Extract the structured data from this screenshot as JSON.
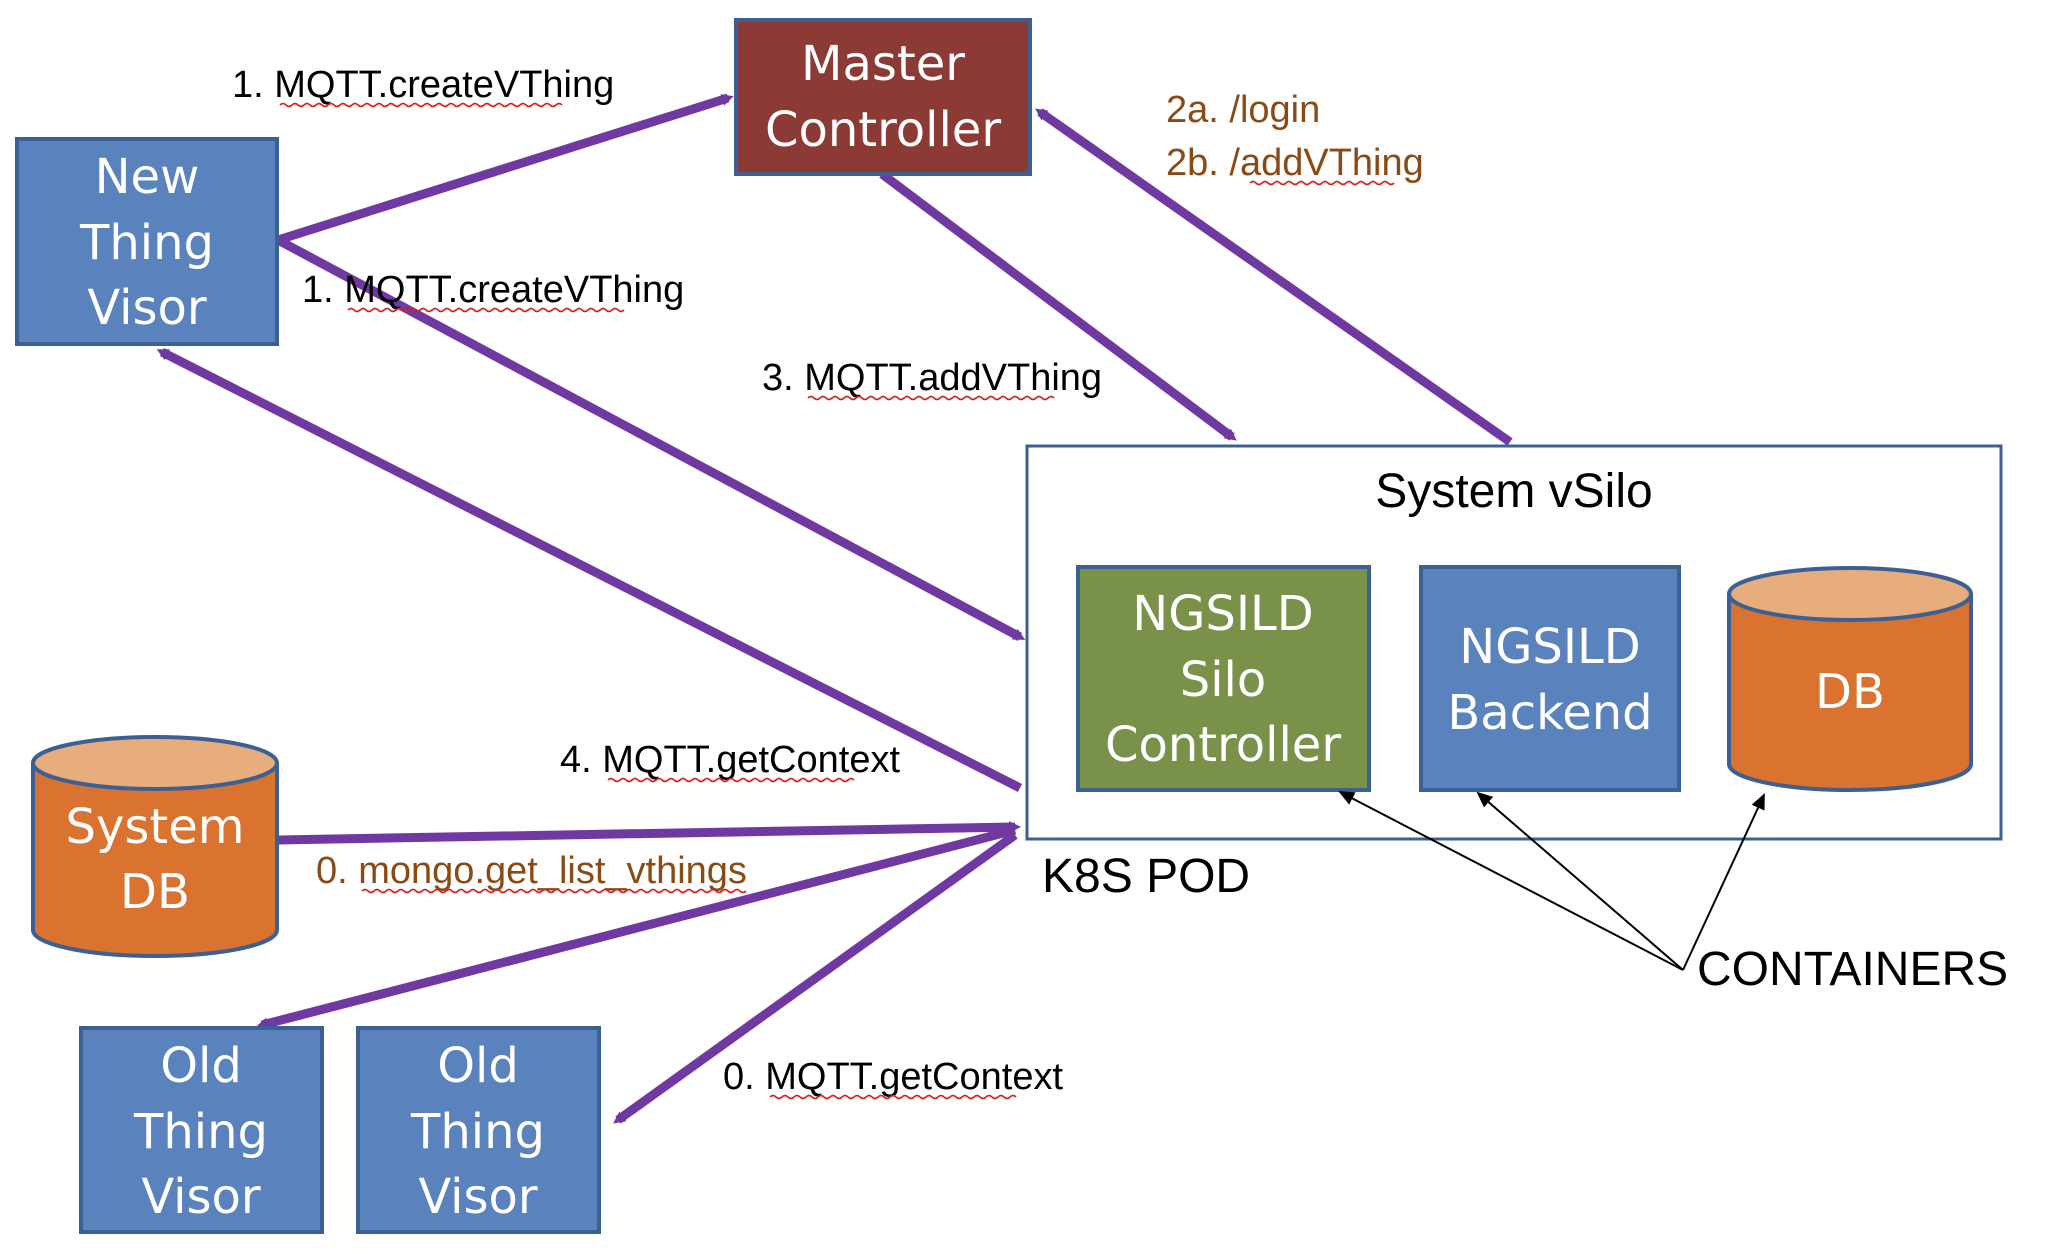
{
  "nodes": {
    "master_controller": {
      "lines": [
        "Master",
        "Controller"
      ]
    },
    "new_thing_visor": {
      "lines": [
        "New",
        "Thing",
        "Visor"
      ]
    },
    "system_db": {
      "lines": [
        "System",
        "DB"
      ]
    },
    "old_thing_visor_1": {
      "lines": [
        "Old",
        "Thing",
        "Visor"
      ]
    },
    "old_thing_visor_2": {
      "lines": [
        "Old",
        "Thing",
        "Visor"
      ]
    },
    "system_vsilo": {
      "title": "System vSilo"
    },
    "ngsild_silo_controller": {
      "lines": [
        "NGSILD",
        "Silo",
        "Controller"
      ]
    },
    "ngsild_backend": {
      "lines": [
        "NGSILD",
        "Backend"
      ]
    },
    "vsilo_db": {
      "lines": [
        "DB"
      ]
    }
  },
  "labels": {
    "create_vthing_top": {
      "prefix": "1. ",
      "word": "MQTT.createVThing"
    },
    "create_vthing_mid": {
      "prefix": "1. ",
      "word": "MQTT.createVThing"
    },
    "login": {
      "prefix": "2a. ",
      "word": "/login"
    },
    "add_vthing_rest": {
      "prefix": "2b. ",
      "word": "/addVThing"
    },
    "add_vthing_mqtt": {
      "prefix": "3. ",
      "word": "MQTT.addVThing"
    },
    "get_context_4": {
      "prefix": "4. ",
      "word": "MQTT.getContext"
    },
    "mongo_list": {
      "prefix": "0. ",
      "word": "mongo.get_list_vthings"
    },
    "get_context_0": {
      "prefix": "0. ",
      "word": "MQTT.getContext"
    },
    "k8s_pod": "K8S POD",
    "containers": "CONTAINERS"
  },
  "colors": {
    "blue_box": "#5a82bd",
    "blue_border": "#3c5f94",
    "master_fill": "#8b3a35",
    "green_box": "#7a9149",
    "orange_cyl": "#d9732f",
    "orange_top": "#e8ad7d",
    "arrow_purple": "#7039a2",
    "brown_text": "#8a4a14",
    "pod_border": "#3c5f94"
  }
}
